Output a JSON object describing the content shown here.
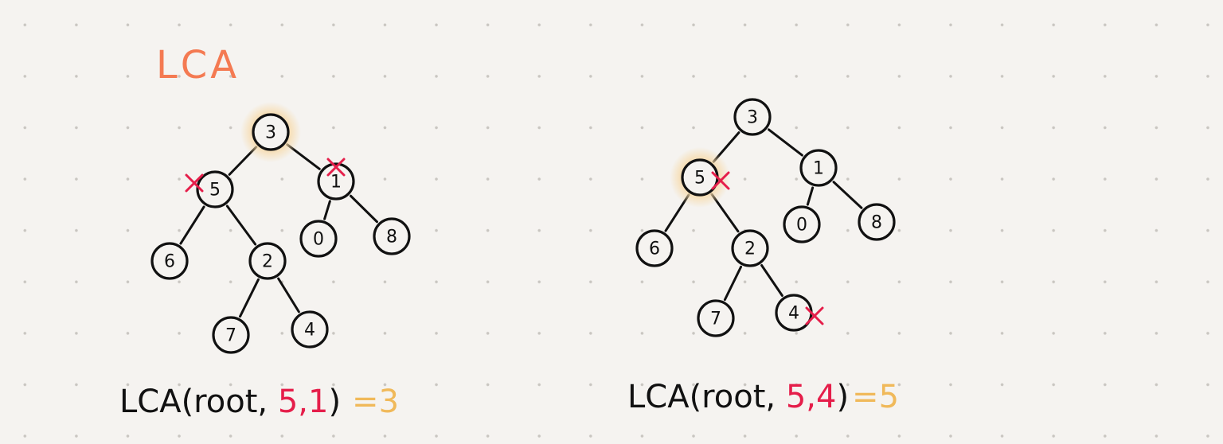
{
  "title": "LCA",
  "colors": {
    "ink": "#111111",
    "title": "#f47a52",
    "cross": "#e51e4a",
    "highlight": "#f0b95a",
    "glow": "#f6d9a7"
  },
  "trees": [
    {
      "id": "left",
      "nodes": [
        {
          "key": "n3",
          "label": "3",
          "highlight": true,
          "crossed": false
        },
        {
          "key": "n5",
          "label": "5",
          "highlight": false,
          "crossed": true
        },
        {
          "key": "n1",
          "label": "1",
          "highlight": false,
          "crossed": true
        },
        {
          "key": "n6",
          "label": "6",
          "highlight": false,
          "crossed": false
        },
        {
          "key": "n2",
          "label": "2",
          "highlight": false,
          "crossed": false
        },
        {
          "key": "n0",
          "label": "0",
          "highlight": false,
          "crossed": false
        },
        {
          "key": "n8",
          "label": "8",
          "highlight": false,
          "crossed": false
        },
        {
          "key": "n7",
          "label": "7",
          "highlight": false,
          "crossed": false
        },
        {
          "key": "n4",
          "label": "4",
          "highlight": false,
          "crossed": false
        }
      ],
      "edges": [
        [
          "n3",
          "n5"
        ],
        [
          "n3",
          "n1"
        ],
        [
          "n5",
          "n6"
        ],
        [
          "n5",
          "n2"
        ],
        [
          "n1",
          "n0"
        ],
        [
          "n1",
          "n8"
        ],
        [
          "n2",
          "n7"
        ],
        [
          "n2",
          "n4"
        ]
      ],
      "formula": {
        "prefix": "LCA(root, ",
        "p": "5",
        "comma": ",",
        "q": "1",
        "close": ")",
        "equals": "=",
        "result": "3"
      }
    },
    {
      "id": "right",
      "nodes": [
        {
          "key": "n3",
          "label": "3",
          "highlight": false,
          "crossed": false
        },
        {
          "key": "n5",
          "label": "5",
          "highlight": true,
          "crossed": true
        },
        {
          "key": "n1",
          "label": "1",
          "highlight": false,
          "crossed": false
        },
        {
          "key": "n6",
          "label": "6",
          "highlight": false,
          "crossed": false
        },
        {
          "key": "n2",
          "label": "2",
          "highlight": false,
          "crossed": false
        },
        {
          "key": "n0",
          "label": "0",
          "highlight": false,
          "crossed": false
        },
        {
          "key": "n8",
          "label": "8",
          "highlight": false,
          "crossed": false
        },
        {
          "key": "n7",
          "label": "7",
          "highlight": false,
          "crossed": false
        },
        {
          "key": "n4",
          "label": "4",
          "highlight": false,
          "crossed": true
        }
      ],
      "edges": [
        [
          "n3",
          "n5"
        ],
        [
          "n3",
          "n1"
        ],
        [
          "n5",
          "n6"
        ],
        [
          "n5",
          "n2"
        ],
        [
          "n1",
          "n0"
        ],
        [
          "n1",
          "n8"
        ],
        [
          "n2",
          "n7"
        ],
        [
          "n2",
          "n4"
        ]
      ],
      "formula": {
        "prefix": "LCA(root, ",
        "p": "5",
        "comma": ",",
        "q": "4",
        "close": ")",
        "equals": "=",
        "result": "5"
      }
    }
  ]
}
